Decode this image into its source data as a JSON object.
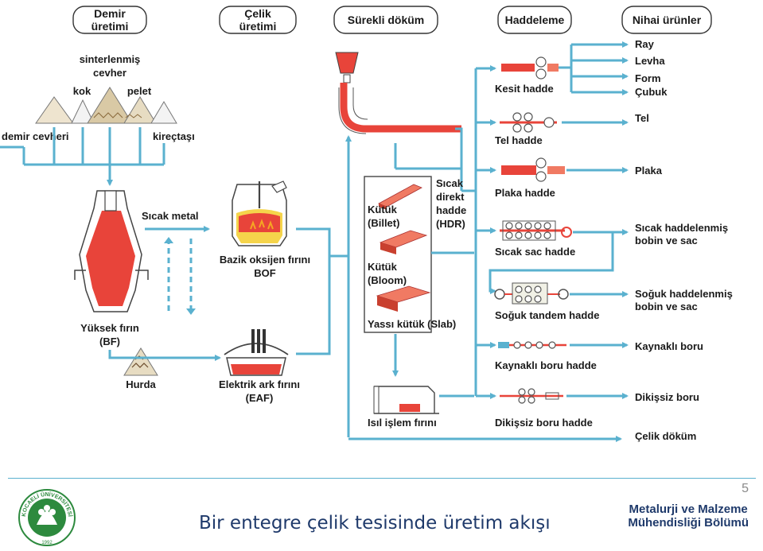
{
  "headers": {
    "iron": "Demir üretimi",
    "steel": "Çelik üretimi",
    "casting": "Sürekli döküm",
    "rolling": "Haddeleme",
    "products": "Nihai ürünler"
  },
  "raw": {
    "sinter": "sinterlenmiş cevher",
    "coke": "kok",
    "pellet": "pelet",
    "ore": "demir cevheri",
    "limestone": "kireçtaşı"
  },
  "iron_steel": {
    "hot_metal": "Sıcak metal",
    "bf": "Yüksek fırın (BF)",
    "bof": "Bazik oksijen fırını BOF",
    "scrap": "Hurda",
    "eaf": "Elektrik ark fırını (EAF)"
  },
  "casting": {
    "billet": "Kütük (Billet)",
    "bloom": "Kütük (Bloom)",
    "slab": "Yassı kütük (Slab)",
    "hdr": "Sıcak direkt hadde (HDR)",
    "heat": "Isıl işlem fırını"
  },
  "mills": {
    "section": "Kesit hadde",
    "wire": "Tel hadde",
    "plate": "Plaka hadde",
    "hot_strip": "Sıcak sac hadde",
    "cold_tandem": "Soğuk tandem hadde",
    "welded": "Kaynaklı boru hadde",
    "seamless": "Dikişsiz boru hadde"
  },
  "products": {
    "rail": "Ray",
    "sheet": "Levha",
    "form": "Form",
    "bar": "Çubuk",
    "wire": "Tel",
    "plate": "Plaka",
    "hot_coil_1": "Sıcak haddelenmiş",
    "hot_coil_2": "bobin ve sac",
    "cold_coil_1": "Soğuk haddelenmiş",
    "cold_coil_2": "bobin ve sac",
    "welded_pipe": "Kaynaklı boru",
    "seamless_pipe": "Dikişsiz boru",
    "cast": "Çelik döküm"
  },
  "footer": {
    "page": "5",
    "caption": "Bir entegre çelik tesisinde üretim akışı",
    "dept_1": "Metalurji ve Malzeme",
    "dept_2": "Mühendisliği Bölümü",
    "logo_text": "KOCAELİ ÜNİVERSİTESİ",
    "logo_year": "1992"
  },
  "colors": {
    "flow": "#5ab1cf",
    "molten": "#e8443a",
    "text": "#1a1a1a",
    "footer_text": "#1f3a6b",
    "logo_green": "#2d8a3e"
  }
}
